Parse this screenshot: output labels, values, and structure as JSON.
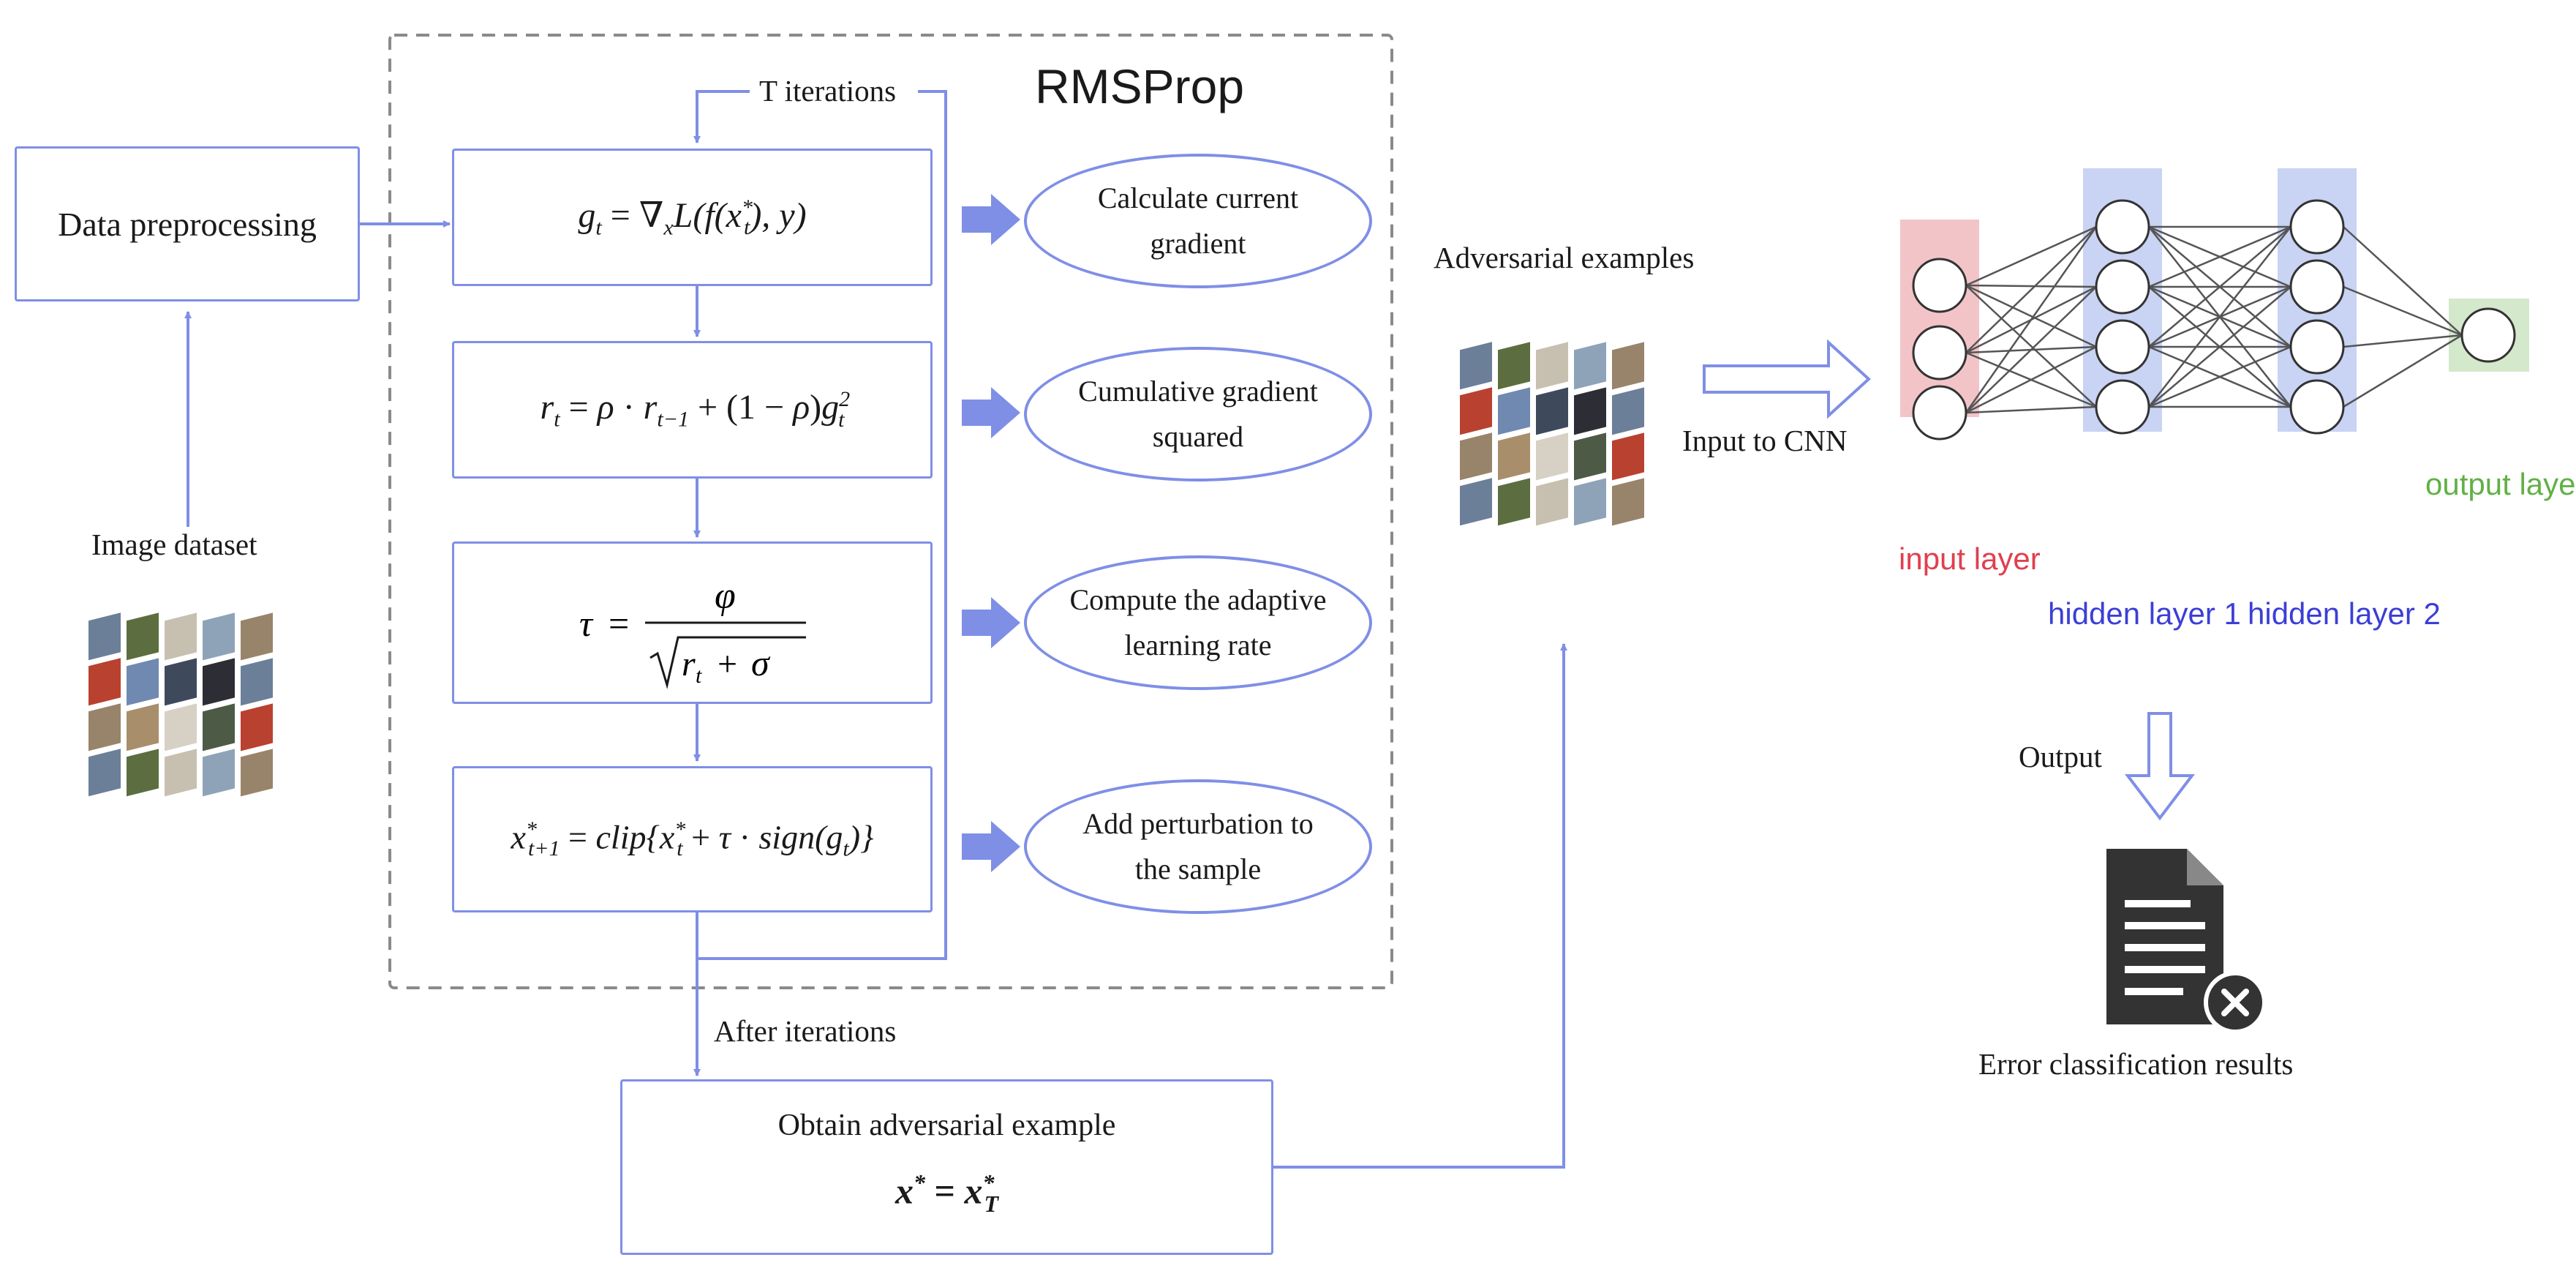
{
  "rmsprop_title": "RMSProp",
  "loop_label": "T iterations",
  "after_label": "After iterations",
  "preprocess_label": "Data preprocessing",
  "dataset_label": "Image dataset",
  "steps": [
    {
      "action_lines": [
        "Calculate current",
        "gradient"
      ]
    },
    {
      "action_lines": [
        "Cumulative gradient",
        "squared"
      ]
    },
    {
      "action_lines": [
        "Compute the adaptive",
        "learning rate"
      ]
    },
    {
      "action_lines": [
        "Add perturbation to",
        "the sample"
      ]
    }
  ],
  "obtain": {
    "title": "Obtain adversarial example"
  },
  "adversarial_label": "Adversarial examples",
  "input_cnn_label": "Input to CNN",
  "network": {
    "input_layer": "input layer",
    "hidden_layer_1": "hidden layer 1",
    "hidden_layer_2": "hidden layer 2",
    "output_layer": "output layer",
    "layer_colors": {
      "input": "#f2c4c8",
      "hidden": "#c9d3f3",
      "output": "#d4e8cc"
    },
    "label_colors": {
      "input": "#e0404f",
      "hidden": "#3b3fd6",
      "output": "#62b046"
    }
  },
  "output_label": "Output",
  "result_label": "Error classification results",
  "colors": {
    "line": "#7f8fe6",
    "dashed": "#8a8a8a"
  }
}
